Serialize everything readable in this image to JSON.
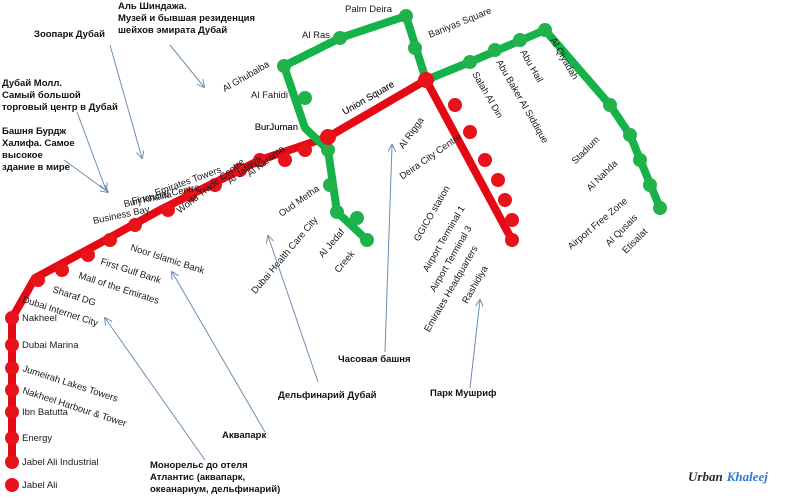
{
  "colors": {
    "red_line": "#e50914",
    "green_line": "#15b24a",
    "red_stop": "#e8121b",
    "green_stop": "#22b24c",
    "arrow": "#6b8fb3",
    "logo_blue": "#2a7ad6"
  },
  "map": {
    "red_stations": [
      "Rashidiya",
      "Emirates Headquarters",
      "Airport Terminal 3",
      "Airport Terminal 1",
      "GGICO station",
      "Deira City Centre",
      "Al Rigga",
      "Union Square",
      "BurJuman",
      "Al Karama",
      "Al Jafiliya",
      "World Trade Centre",
      "Emirates Towers",
      "Financial Centre",
      "Burj Khalifa",
      "Business Bay",
      "Noor Islamic Bank",
      "First Gulf Bank",
      "Mall of the Emirates",
      "Sharaf DG",
      "Dubai Internet City",
      "Nakheel",
      "Dubai Marina",
      "Jumeirah Lakes Towers",
      "Nakheel Harbour & Tower",
      "Ibn Batutta",
      "Energy",
      "Jabel Ali Industrial",
      "Jabel Ali"
    ],
    "green_stations": [
      "Creek",
      "Al Jedaf",
      "Dubai Health Care City",
      "Oud Metha",
      "BurJuman",
      "Al Fahidi",
      "Al Ghubaiba",
      "Al Ras",
      "Palm Deira",
      "Baniyas Square",
      "Union Square",
      "Salah Al Din",
      "Abu Baker Al Siddique",
      "Abu Hail",
      "Al Qiyadah",
      "Stadium",
      "Al Nahda",
      "Airport Free Zone",
      "Al Qusais",
      "Etisalat"
    ]
  },
  "annotations": {
    "al_shindagha": [
      "Аль Шиндажа.",
      "Музей и бывшая резиденция",
      "шейхов эмирата Дубай"
    ],
    "zoo": "Зоопарк Дубай",
    "dubai_mall": [
      "Дубай Молл.",
      "Самый большой",
      "торговый центр в Дубай"
    ],
    "burj": [
      "Башня Бурдж",
      "Халифа. Самое",
      "высокое",
      "здание в мире"
    ],
    "clock_tower": "Часовая башня",
    "dolphinarium": "Дельфинарий Дубай",
    "mushrif": "Парк Мушриф",
    "aquapark": "Аквапарк",
    "monorail": [
      "Монорельс до отеля",
      "Атлантис (аквапарк,",
      "океанариум, дельфинарий)"
    ]
  },
  "logo": {
    "part1": "Urban",
    "part2": "Khaleej"
  }
}
